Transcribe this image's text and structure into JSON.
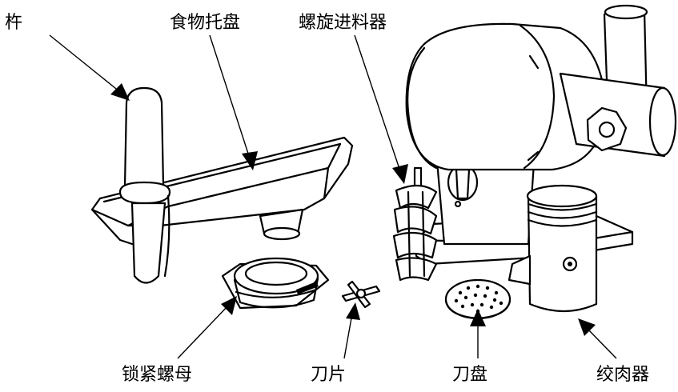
{
  "labels": {
    "pestle": "杵",
    "food_tray": "食物托盘",
    "screw_feeder": "螺旋进料器",
    "lock_nut": "锁紧螺母",
    "blade": "刀片",
    "cutting_plate": "刀盘",
    "grinder": "绞肉器"
  }
}
